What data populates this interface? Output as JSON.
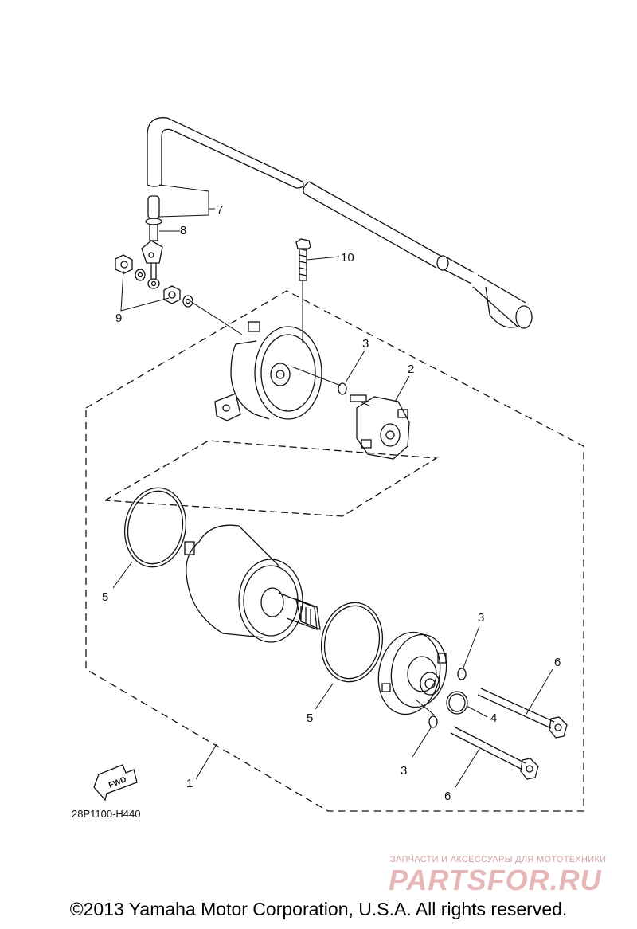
{
  "callouts": [
    {
      "id": "7",
      "text": "7"
    },
    {
      "id": "8",
      "text": "8"
    },
    {
      "id": "9",
      "text": "9"
    },
    {
      "id": "10",
      "text": "10"
    },
    {
      "id": "3a",
      "text": "3"
    },
    {
      "id": "2",
      "text": "2"
    },
    {
      "id": "5a",
      "text": "5"
    },
    {
      "id": "5b",
      "text": "5"
    },
    {
      "id": "3b",
      "text": "3"
    },
    {
      "id": "6a",
      "text": "6"
    },
    {
      "id": "4",
      "text": "4"
    },
    {
      "id": "3c",
      "text": "3"
    },
    {
      "id": "6b",
      "text": "6"
    },
    {
      "id": "1",
      "text": "1"
    }
  ],
  "fwd_label": "FWD",
  "diagram_code": "28P1100-H440",
  "watermark": {
    "subtitle": "ЗАПЧАСТИ И АКСЕССУАРЫ ДЛЯ МОТОТЕХНИКИ",
    "brand": "PARTSFOR.RU"
  },
  "copyright": "©2013 Yamaha Motor Corporation, U.S.A. All rights reserved."
}
